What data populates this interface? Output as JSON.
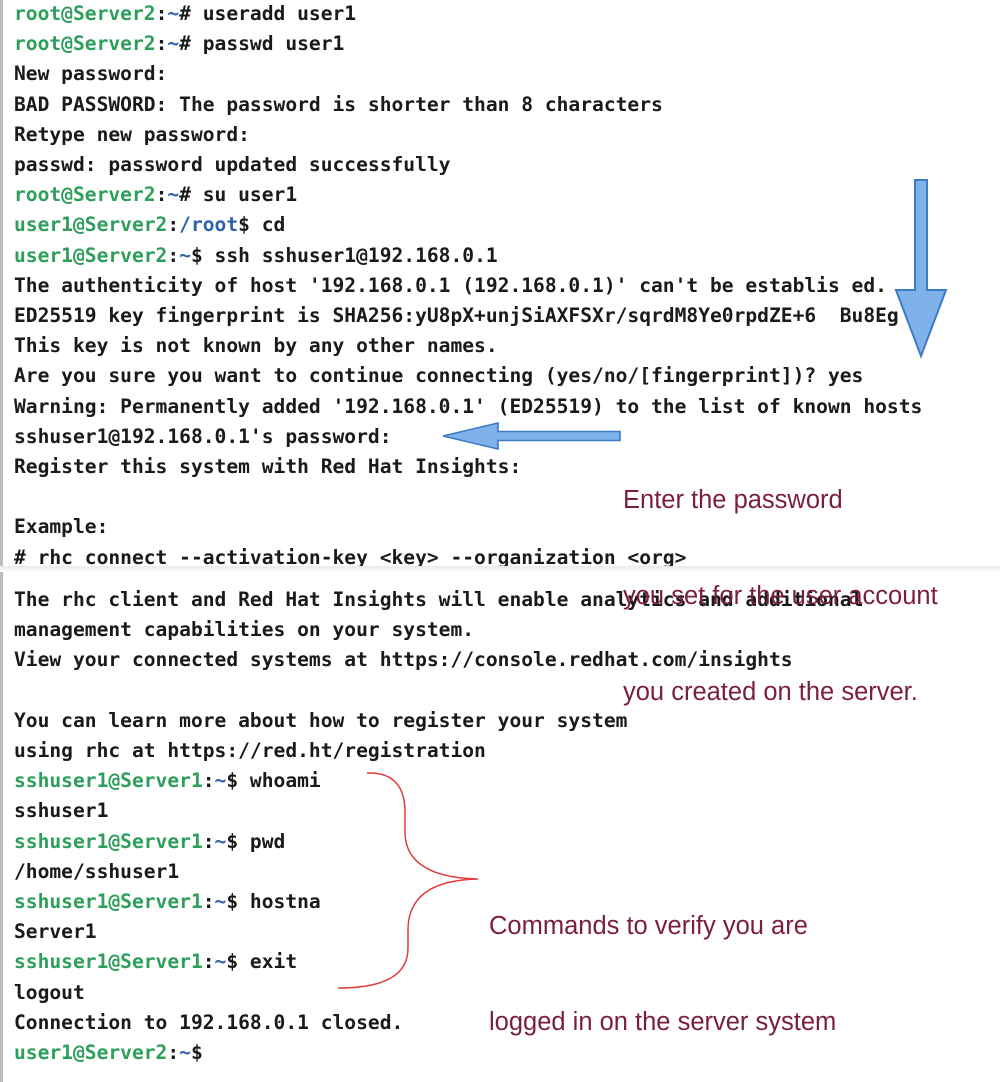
{
  "terminal": {
    "lines": [
      {
        "prompt": {
          "user": "root@Server2",
          "path": "~",
          "sym": "#"
        },
        "text": " useradd user1"
      },
      {
        "prompt": {
          "user": "root@Server2",
          "path": "~",
          "sym": "#"
        },
        "text": " passwd user1"
      },
      {
        "text": "New password:"
      },
      {
        "text": "BAD PASSWORD: The password is shorter than 8 characters"
      },
      {
        "text": "Retype new password:"
      },
      {
        "text": "passwd: password updated successfully"
      },
      {
        "prompt": {
          "user": "root@Server2",
          "path": "~",
          "sym": "#"
        },
        "text": " su user1"
      },
      {
        "prompt": {
          "user": "user1@Server2",
          "path": "/root",
          "sym": "$"
        },
        "text": " cd"
      },
      {
        "prompt": {
          "user": "user1@Server2",
          "path": "~",
          "sym": "$"
        },
        "text": " ssh sshuser1@192.168.0.1"
      },
      {
        "text": "The authenticity of host '192.168.0.1 (192.168.0.1)' can't be establis ed."
      },
      {
        "text": "ED25519 key fingerprint is SHA256:yU8pX+unjSiAXFSXr/sqrdM8Ye0rpdZE+6  Bu8Eg"
      },
      {
        "text": "This key is not known by any other names."
      },
      {
        "text": "Are you sure you want to continue connecting (yes/no/[fingerprint])? yes"
      },
      {
        "text": "Warning: Permanently added '192.168.0.1' (ED25519) to the list of known hosts"
      },
      {
        "text": "sshuser1@192.168.0.1's password:"
      },
      {
        "text": "Register this system with Red Hat Insights:"
      },
      {
        "text": ""
      },
      {
        "text": "Example:"
      },
      {
        "text": "# rhc connect --activation-key <key> --organization <org>"
      },
      {
        "text": "The rhc client and Red Hat Insights will enable analytics and additional"
      },
      {
        "text": "management capabilities on your system."
      },
      {
        "text": "View your connected systems at https://console.redhat.com/insights"
      },
      {
        "text": ""
      },
      {
        "text": "You can learn more about how to register your system"
      },
      {
        "text": "using rhc at https://red.ht/registration"
      },
      {
        "prompt": {
          "user": "sshuser1@Server1",
          "path": "~",
          "sym": "$"
        },
        "text": " whoami"
      },
      {
        "text": "sshuser1"
      },
      {
        "prompt": {
          "user": "sshuser1@Server1",
          "path": "~",
          "sym": "$"
        },
        "text": " pwd"
      },
      {
        "text": "/home/sshuser1"
      },
      {
        "prompt": {
          "user": "sshuser1@Server1",
          "path": "~",
          "sym": "$"
        },
        "text": " hostna"
      },
      {
        "text": "Server1"
      },
      {
        "prompt": {
          "user": "sshuser1@Server1",
          "path": "~",
          "sym": "$"
        },
        "text": " exit"
      },
      {
        "text": "logout"
      },
      {
        "text": "Connection to 192.168.0.1 closed."
      },
      {
        "prompt": {
          "user": "user1@Server2",
          "path": "~",
          "sym": "$"
        },
        "text": ""
      }
    ]
  },
  "annotations": {
    "password_note": {
      "lines": [
        "Enter the password",
        "you set for the user account",
        "you created on the server."
      ]
    },
    "verify_note": {
      "lines": [
        "Commands to verify you are",
        "logged in on the server system"
      ]
    }
  },
  "colors": {
    "prompt_user": "#2e9e5b",
    "prompt_path": "#2f62ad",
    "text": "#1a1a1a",
    "annotation_text": "#7a1f3a",
    "arrow_fill": "#7fb2ea",
    "arrow_stroke": "#3f7bc4",
    "brace": "#e23b3b"
  }
}
